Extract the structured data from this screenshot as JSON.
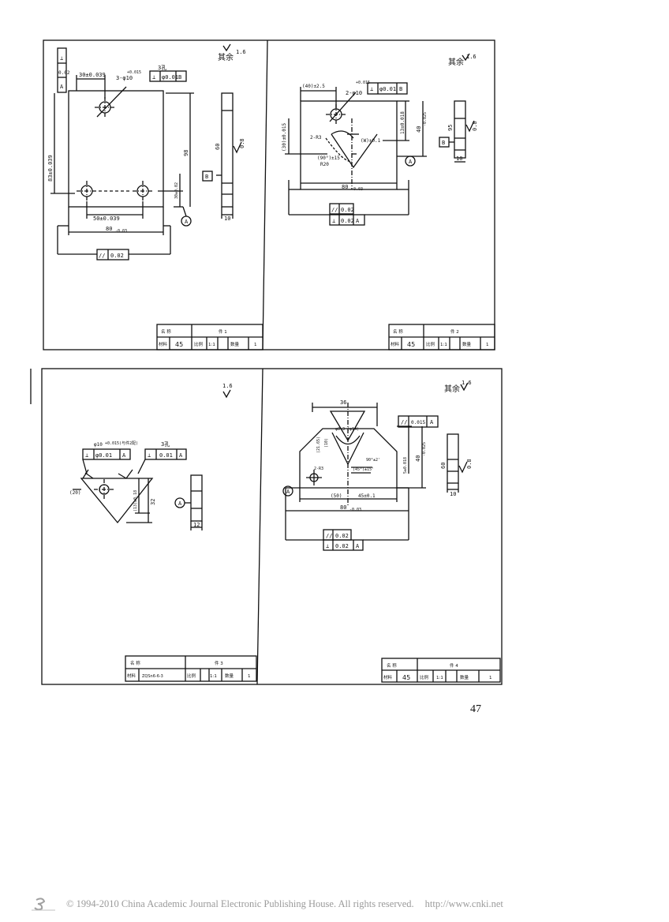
{
  "sheet1": {
    "surface_note": "其余",
    "roughness": "1.6",
    "datum_a": "A",
    "datum_b": "B",
    "frame_perp_sym": "⊥",
    "frame_perp_val": "0.02",
    "frame_perp_ref": "A",
    "dim_top": "30±0.039",
    "hole_label": "3-φ10",
    "hole_tol": "+0.015",
    "hole_count": "3孔",
    "frame_pos_sym": "⊥",
    "frame_pos_val": "φ0.01",
    "frame_pos_ref": "B",
    "dim_left": "83±0.039",
    "dim_right": "98",
    "dim_small": "30±0.02",
    "dim_between": "50±0.039",
    "dim_base": "80",
    "dim_base_tol": "-0.03",
    "frame_par_sym": "//",
    "frame_par_val": "0.02",
    "side_dim": "60",
    "side_thickness": "10",
    "side_rough": "0.8",
    "title_block": {
      "name": "名 称",
      "part": "件  1",
      "material_label": "材料",
      "material": "45",
      "scale_label": "比例",
      "scale": "1:1",
      "qty_label": "数量",
      "qty": "1"
    }
  },
  "sheet2": {
    "surface_note": "其余",
    "roughness": "1.6",
    "datum_a": "A",
    "datum_b": "B",
    "dim_top_left": "(40)±2.5",
    "hole_label": "2-φ10",
    "hole_tol": "+0.015",
    "frame_pos_sym": "⊥",
    "frame_pos_val": "φ0.01",
    "frame_pos_ref": "B",
    "dim_left": "(30)±0.015",
    "dim_r1": "13±0.018",
    "dim_r2": "40",
    "dim_r2_tol": "-0.025",
    "label_r": "2-R3",
    "label_90": "(90°)±15'",
    "label_mid": "(W)±0.1",
    "label_r20": "R20",
    "dim_base": "80",
    "dim_base_tol": "-0.03",
    "frame_par_sym": "//",
    "frame_par_val": "0.02",
    "frame_perp_sym": "⊥",
    "frame_perp_val": "0.02",
    "frame_perp_ref": "A",
    "side_dim": "95",
    "side_thickness": "10",
    "side_rough": "0.8",
    "title_block": {
      "name": "名 称",
      "part": "件  2",
      "material_label": "材料",
      "material": "45",
      "scale_label": "比例",
      "scale": "1:1",
      "qty_label": "数量",
      "qty": "1"
    }
  },
  "sheet3": {
    "roughness": "1.6",
    "datum_a": "A",
    "hole_label": "φ10",
    "hole_tol": "+0.015(与件2配)",
    "frame_perp_sym": "⊥",
    "frame_perp_val": "φ0.01",
    "frame_perp_ref": "A",
    "hole_count": "3孔",
    "frame_perp2_sym": "⊥",
    "frame_perp2_val": "0.01",
    "frame_perp2_ref": "A",
    "dim_left": "(20)",
    "dim_h1": "(13)±0.18",
    "dim_h2": "32",
    "side_thickness": "12",
    "title_block": {
      "name": "名 称",
      "part": "件  3",
      "material_label": "材料",
      "material": "ZQSn6-6-3",
      "scale_label": "比例",
      "scale": "1:1",
      "qty_label": "数量",
      "qty": "1"
    }
  },
  "sheet4": {
    "surface_note": "其余",
    "roughness": "1.6",
    "datum_a": "A",
    "dim_top": "36",
    "frame_par_sym": "//",
    "frame_par_val": "0.015",
    "frame_par_ref": "A",
    "label_v": "φ0.3 (φ14)",
    "label_r": "2-R3",
    "label_chamfer": "90°±2'",
    "dim_right1": "5±0.018",
    "dim_right2": "40",
    "dim_right2_tol": "-0.025",
    "dim_left1": "(21.65)",
    "dim_left2": "(10)",
    "label_angle": "(45°)±15'",
    "dim_base_sub1": "(50)",
    "dim_base_sub2": "45±0.1",
    "dim_base": "80",
    "dim_base_tol": "-0.03",
    "frame_par2_sym": "//",
    "frame_par2_val": "0.02",
    "frame_perp_sym": "⊥",
    "frame_perp_val": "0.02",
    "frame_perp_ref": "A",
    "side_dim": "60",
    "side_thickness": "10",
    "side_rough": "0.8",
    "title_block": {
      "name": "名 称",
      "part": "件  4",
      "material_label": "材料",
      "material": "45",
      "scale_label": "比例",
      "scale": "1:1",
      "qty_label": "数量",
      "qty": "1"
    }
  },
  "page_number": "47",
  "footer": {
    "copyright": "© 1994-2010 China Academic Journal Electronic Publishing House. All rights reserved.",
    "url": "http://www.cnki.net"
  }
}
